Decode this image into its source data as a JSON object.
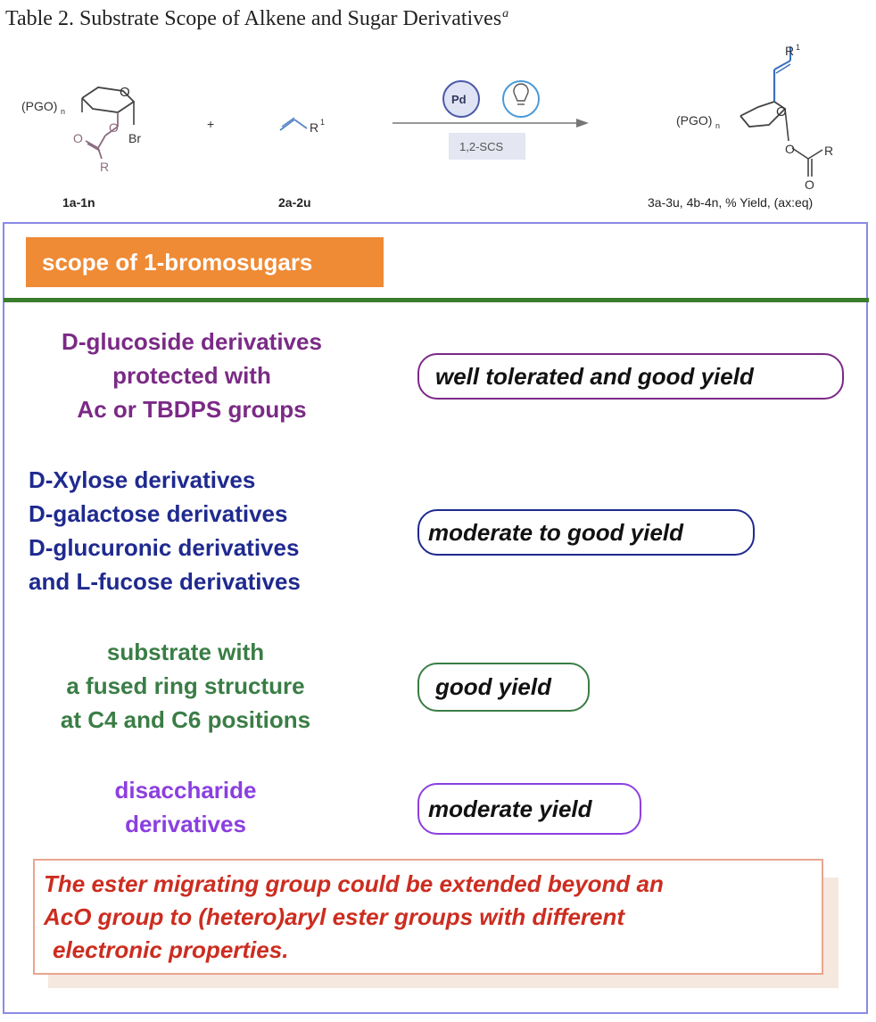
{
  "title": {
    "text": "Table 2. Substrate Scope of Alkene and Sugar Derivatives",
    "sup": "a"
  },
  "scheme": {
    "reactant1_group": "(PGO)",
    "reactant1_n": "n",
    "reactant1_O_ring": "O",
    "reactant1_O_ester": "O",
    "reactant1_Br": "Br",
    "reactant1_R": "R",
    "reactant1_label": "1a-1n",
    "plus": "+",
    "reactant2_R": "R",
    "reactant2_sup": "1",
    "reactant2_label": "2a-2u",
    "catalyst": "Pd",
    "condition": "1,2-SCS",
    "product_group": "(PGO)",
    "product_n": "n",
    "product_O_ring": "O",
    "product_O_ester": "O",
    "product_O_carbonyl": "O",
    "product_R": "R",
    "product_R1": "R",
    "product_R1_sup": "1",
    "product_label": "3a-3u, 4b-4n, % Yield, (ax:eq)"
  },
  "header": {
    "label": "scope of 1-bromosugars"
  },
  "groups": [
    {
      "lines": [
        "D-glucoside derivatives",
        "protected with",
        "Ac or TBDPS groups"
      ],
      "result": "well tolerated and good yield",
      "color": "#7b2a86"
    },
    {
      "lines": [
        "D-Xylose derivatives",
        "D-galactose derivatives",
        "D-glucuronic derivatives",
        "and L-fucose derivatives"
      ],
      "result": "moderate to good yield",
      "color": "#1f2a8f"
    },
    {
      "lines": [
        "substrate with",
        "a fused ring structure",
        "at C4 and C6 positions"
      ],
      "result": "good yield",
      "color": "#3a7d45"
    },
    {
      "lines": [
        "disaccharide",
        "derivatives"
      ],
      "result": "moderate yield",
      "color": "#8b3fe0"
    }
  ],
  "note": {
    "lines": [
      "The ester migrating group could be extended beyond an",
      "AcO group to (hetero)aryl ester groups with different",
      "electronic properties."
    ],
    "color": "#cc2d20"
  }
}
